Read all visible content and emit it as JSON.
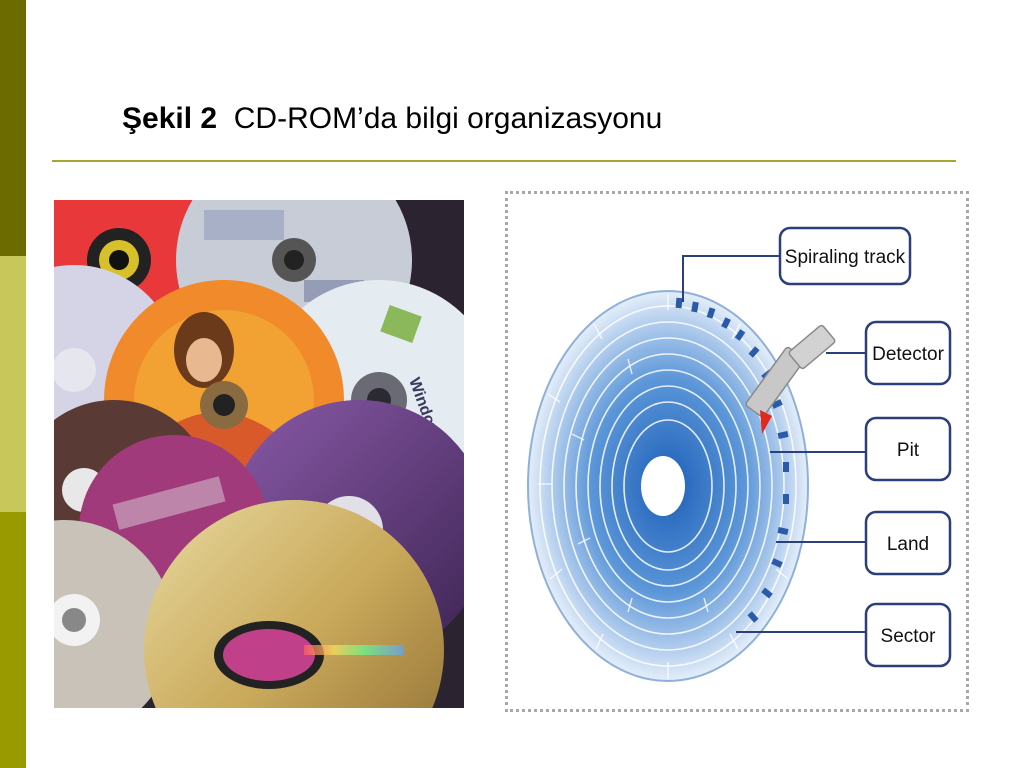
{
  "slide": {
    "title_bold": "Şekil 2",
    "title_rest": "CD-ROM’da bilgi organizasyonu"
  },
  "diagram": {
    "labels": {
      "spiraling_track": "Spiraling track",
      "detector": "Detector",
      "pit": "Pit",
      "land": "Land",
      "sector": "Sector"
    }
  },
  "photo": {
    "disc_text": {
      "windows": "Windows"
    }
  },
  "colors": {
    "sidebar_dark": "#6b6b00",
    "sidebar_light": "#c8c85a",
    "sidebar_mid": "#999900",
    "rule": "#a6a630",
    "disc_blue": "#2f72c4",
    "label_border": "#2b3f7a",
    "laser_red": "#e0281e"
  }
}
